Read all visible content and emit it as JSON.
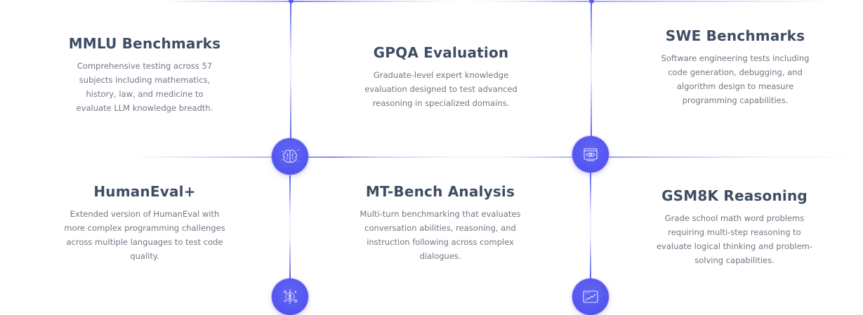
{
  "colors": {
    "accent": "#5155ee",
    "line": "#5b5ff0",
    "title": "#3f4d63",
    "body": "#707784"
  },
  "cards": [
    {
      "title": "MMLU Benchmarks",
      "description": "Comprehensive testing across 57 subjects including mathematics, history, law, and medicine to evaluate LLM knowledge breadth."
    },
    {
      "title": "GPQA Evaluation",
      "description": "Graduate-level expert knowledge evaluation designed to test advanced reasoning in specialized domains."
    },
    {
      "title": "SWE Benchmarks",
      "description": "Software engineering tests including code generation, debugging, and algorithm design to measure programming capabilities."
    },
    {
      "title": "HumanEval+",
      "description": "Extended version of HumanEval with more complex programming challenges across multiple languages to test code quality."
    },
    {
      "title": "MT-Bench Analysis",
      "description": "Multi-turn benchmarking that evaluates conversation abilities, reasoning, and instruction following across complex dialogues."
    },
    {
      "title": "GSM8K Reasoning",
      "description": "Grade school math word problems requiring multi-step reasoning to evaluate logical thinking and problem-solving capabilities."
    }
  ],
  "nodes": [
    {
      "icon": "brain-icon"
    },
    {
      "icon": "eye-monitor-icon"
    },
    {
      "icon": "person-orbit-icon"
    },
    {
      "icon": "trend-chart-icon"
    }
  ]
}
